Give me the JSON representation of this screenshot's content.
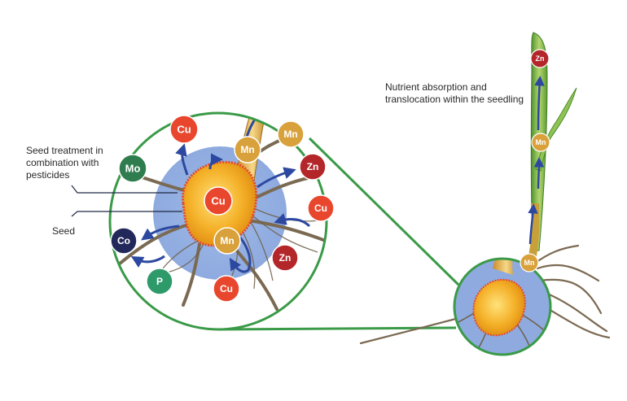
{
  "labels": {
    "treatment": [
      "Seed treatment in",
      "combination with",
      "pesticides"
    ],
    "seed": "Seed",
    "absorption": [
      "Nutrient absorption and",
      "translocation within the seedling"
    ]
  },
  "nodes": {
    "cu_top": "Cu",
    "mo": "Mo",
    "mn_stem": "Mn",
    "mn_right": "Mn",
    "zn_right": "Zn",
    "cu_right": "Cu",
    "cu_seed": "Cu",
    "mn_seed": "Mn",
    "co": "Co",
    "zn_lower": "Zn",
    "p": "P",
    "cu_bottom": "Cu",
    "zn_leaf": "Zn",
    "mn_leaf": "Mn",
    "mn_base": "Mn"
  },
  "colors": {
    "cu": "#e8472e",
    "mn": "#d9a13b",
    "zn": "#b3262a",
    "mo": "#2f7d4f",
    "co": "#22285a",
    "p": "#2e9a6a",
    "outline_green": "#3a9a48",
    "glow_blue": "#7d9fd8",
    "seed_gold": "#f0a21b",
    "arrow_blue": "#2c48a0",
    "root_brown": "#7b6a52",
    "leaf_green": "#6fae3c"
  }
}
